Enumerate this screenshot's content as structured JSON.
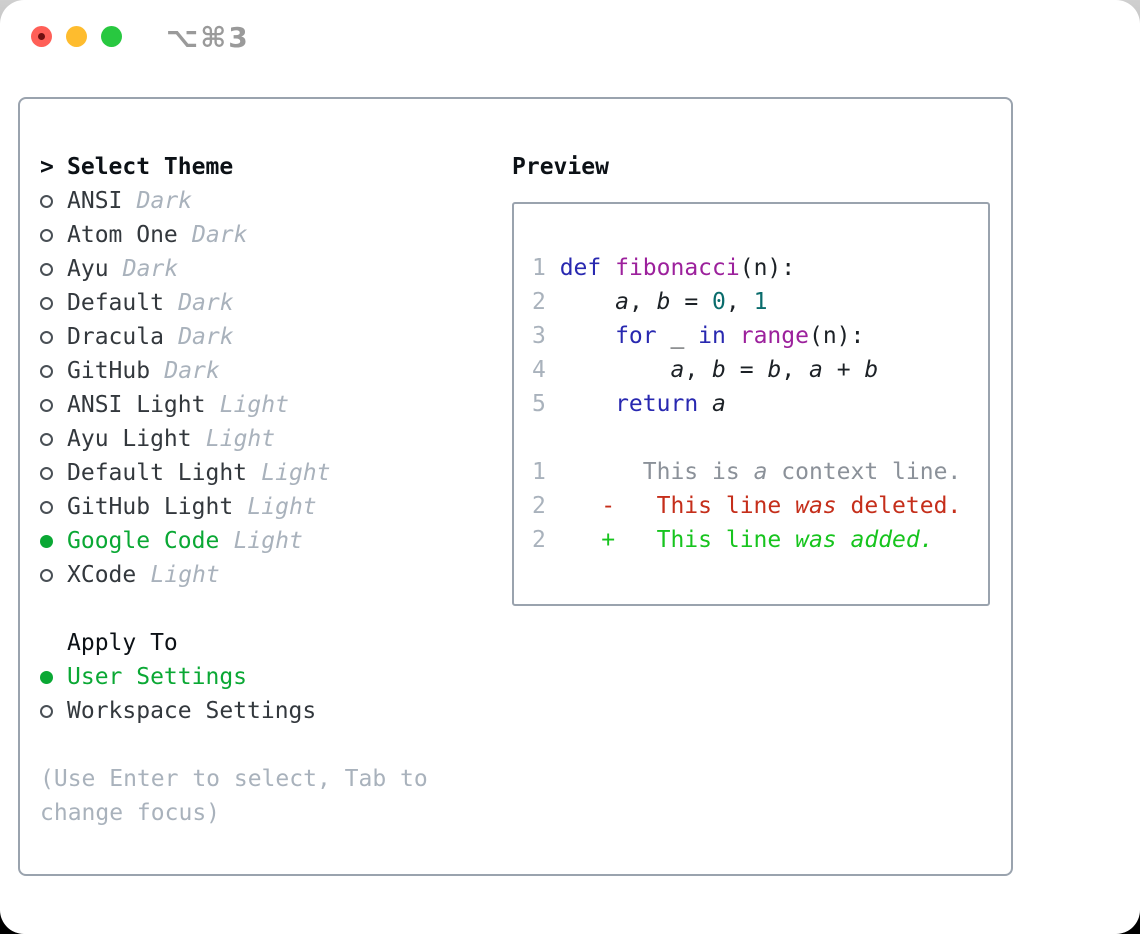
{
  "window": {
    "titlebar_text": "⌥⌘3"
  },
  "colors": {
    "ui_green": "#0aa834",
    "traffic_red": "#ff5f57",
    "traffic_yellow": "#febc2e",
    "traffic_green": "#28c840",
    "keyword_blue": "#2828b0",
    "function_purple": "#9c219c",
    "literal_teal": "#0a6c6c",
    "context_gray": "#8b9199",
    "deleted_red": "#c52e1a",
    "added_green": "#17c41e",
    "muted_gray": "#a9b2bc",
    "text_dark": "#33383d"
  },
  "theme_list": {
    "header_prefix": ">",
    "header": "Select Theme",
    "items": [
      {
        "name": "ANSI",
        "variant": "Dark",
        "selected": false
      },
      {
        "name": "Atom One",
        "variant": "Dark",
        "selected": false
      },
      {
        "name": "Ayu",
        "variant": "Dark",
        "selected": false
      },
      {
        "name": "Default",
        "variant": "Dark",
        "selected": false
      },
      {
        "name": "Dracula",
        "variant": "Dark",
        "selected": false
      },
      {
        "name": "GitHub",
        "variant": "Dark",
        "selected": false
      },
      {
        "name": "ANSI Light",
        "variant": "Light",
        "selected": false
      },
      {
        "name": "Ayu Light",
        "variant": "Light",
        "selected": false
      },
      {
        "name": "Default Light",
        "variant": "Light",
        "selected": false
      },
      {
        "name": "GitHub Light",
        "variant": "Light",
        "selected": false
      },
      {
        "name": "Google Code",
        "variant": "Light",
        "selected": true
      },
      {
        "name": "XCode",
        "variant": "Light",
        "selected": false
      }
    ]
  },
  "apply_to": {
    "header": "Apply To",
    "options": [
      {
        "label": "User Settings",
        "selected": true
      },
      {
        "label": "Workspace Settings",
        "selected": false
      }
    ]
  },
  "help_text": "(Use Enter to select, Tab to change focus)",
  "preview": {
    "title": "Preview",
    "lines": [
      {
        "num": "1",
        "segments": [
          {
            "text": "def",
            "style": "kw"
          },
          {
            "text": " "
          },
          {
            "text": "fibonacci",
            "style": "fn"
          },
          {
            "text": "(n):"
          }
        ]
      },
      {
        "num": "2",
        "segments": [
          {
            "text": "    "
          },
          {
            "text": "a",
            "style": "var"
          },
          {
            "text": ", "
          },
          {
            "text": "b",
            "style": "var"
          },
          {
            "text": " = "
          },
          {
            "text": "0",
            "style": "lit"
          },
          {
            "text": ", "
          },
          {
            "text": "1",
            "style": "lit"
          }
        ]
      },
      {
        "num": "3",
        "segments": [
          {
            "text": "    "
          },
          {
            "text": "for",
            "style": "kw"
          },
          {
            "text": " _ "
          },
          {
            "text": "in",
            "style": "kw"
          },
          {
            "text": " "
          },
          {
            "text": "range",
            "style": "fn"
          },
          {
            "text": "(n):"
          }
        ]
      },
      {
        "num": "4",
        "segments": [
          {
            "text": "        "
          },
          {
            "text": "a",
            "style": "var"
          },
          {
            "text": ", "
          },
          {
            "text": "b",
            "style": "var"
          },
          {
            "text": " = "
          },
          {
            "text": "b",
            "style": "var"
          },
          {
            "text": ", "
          },
          {
            "text": "a",
            "style": "var"
          },
          {
            "text": " + "
          },
          {
            "text": "b",
            "style": "var"
          }
        ]
      },
      {
        "num": "5",
        "segments": [
          {
            "text": "    "
          },
          {
            "text": "return",
            "style": "kw"
          },
          {
            "text": " "
          },
          {
            "text": "a",
            "style": "var"
          }
        ]
      },
      {
        "num": "",
        "segments": []
      },
      {
        "num": "1",
        "segments": [
          {
            "text": "      This is ",
            "style": "ctx"
          },
          {
            "text": "a",
            "style": "ctx-i"
          },
          {
            "text": " context line.",
            "style": "ctx"
          }
        ]
      },
      {
        "num": "2",
        "segments": [
          {
            "text": "   -   This line ",
            "style": "del"
          },
          {
            "text": "was",
            "style": "del-i"
          },
          {
            "text": " deleted.",
            "style": "del"
          }
        ]
      },
      {
        "num": "2",
        "segments": [
          {
            "text": "   +   This line ",
            "style": "add"
          },
          {
            "text": "was",
            "style": "add-i"
          },
          {
            "text": " ",
            "style": "add"
          },
          {
            "text": "added.",
            "style": "add-i"
          }
        ]
      }
    ]
  }
}
